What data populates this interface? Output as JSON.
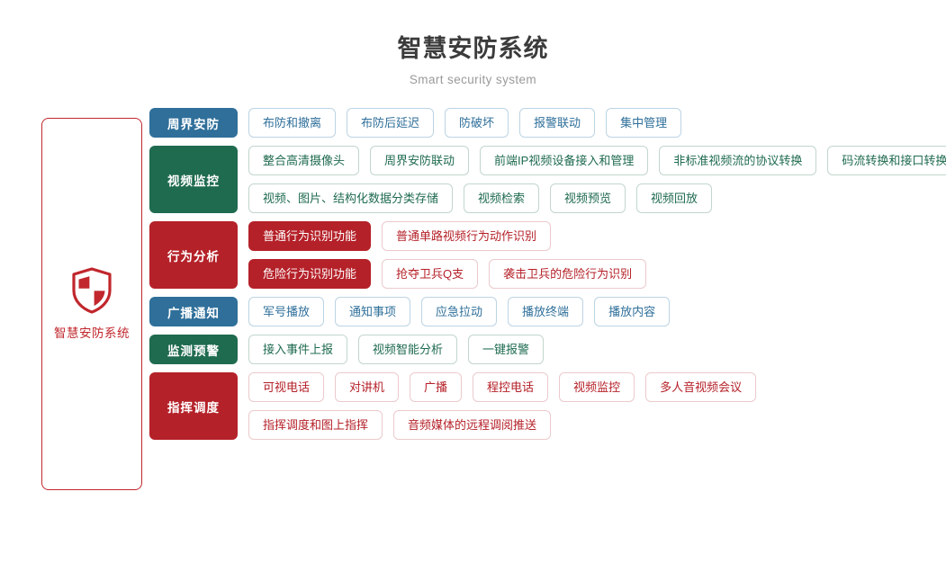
{
  "header": {
    "title": "智慧安防系统",
    "subtitle": "Smart security system"
  },
  "brand": {
    "icon": "shield-icon",
    "label": "智慧安防系统",
    "border_color": "#c1272d",
    "accent_color": "#c1272d"
  },
  "colors": {
    "blue": "#2f6f9a",
    "green": "#1f6b4f",
    "red": "#b52129",
    "title": "#3b3b3b",
    "subtitle": "#9a9a9a"
  },
  "rows": [
    {
      "category": "周界安防",
      "theme": "blue",
      "lines": [
        [
          {
            "label": "布防和撤离",
            "style": "outline"
          },
          {
            "label": "布防后延迟",
            "style": "outline"
          },
          {
            "label": "防破坏",
            "style": "outline"
          },
          {
            "label": "报警联动",
            "style": "outline"
          },
          {
            "label": "集中管理",
            "style": "outline"
          }
        ]
      ]
    },
    {
      "category": "视频监控",
      "theme": "green",
      "lines": [
        [
          {
            "label": "整合高清摄像头",
            "style": "outline"
          },
          {
            "label": "周界安防联动",
            "style": "outline"
          },
          {
            "label": "前端IP视频设备接入和管理",
            "style": "outline"
          },
          {
            "label": "非标准视频流的协议转换",
            "style": "outline"
          },
          {
            "label": "码流转换和接口转换",
            "style": "outline"
          }
        ],
        [
          {
            "label": "视频、图片、结构化数据分类存储",
            "style": "outline"
          },
          {
            "label": "视频检索",
            "style": "outline"
          },
          {
            "label": "视频预览",
            "style": "outline"
          },
          {
            "label": "视频回放",
            "style": "outline"
          }
        ]
      ]
    },
    {
      "category": "行为分析",
      "theme": "red",
      "lines": [
        [
          {
            "label": "普通行为识别功能",
            "style": "solid"
          },
          {
            "label": "普通单路视频行为动作识别",
            "style": "outline"
          }
        ],
        [
          {
            "label": "危险行为识别功能",
            "style": "solid"
          },
          {
            "label": "抢夺卫兵Q支",
            "style": "outline"
          },
          {
            "label": "袭击卫兵的危险行为识别",
            "style": "outline"
          }
        ]
      ]
    },
    {
      "category": "广播通知",
      "theme": "blue",
      "lines": [
        [
          {
            "label": "军号播放",
            "style": "outline"
          },
          {
            "label": "通知事项",
            "style": "outline"
          },
          {
            "label": "应急拉动",
            "style": "outline"
          },
          {
            "label": "播放终端",
            "style": "outline"
          },
          {
            "label": "播放内容",
            "style": "outline"
          }
        ]
      ]
    },
    {
      "category": "监测预警",
      "theme": "green",
      "lines": [
        [
          {
            "label": "接入事件上报",
            "style": "outline"
          },
          {
            "label": "视频智能分析",
            "style": "outline"
          },
          {
            "label": "一键报警",
            "style": "outline"
          }
        ]
      ]
    },
    {
      "category": "指挥调度",
      "theme": "red",
      "lines": [
        [
          {
            "label": "可视电话",
            "style": "outline"
          },
          {
            "label": "对讲机",
            "style": "outline"
          },
          {
            "label": "广播",
            "style": "outline"
          },
          {
            "label": "程控电话",
            "style": "outline"
          },
          {
            "label": "视频监控",
            "style": "outline"
          },
          {
            "label": "多人音视频会议",
            "style": "outline"
          }
        ],
        [
          {
            "label": "指挥调度和图上指挥",
            "style": "outline"
          },
          {
            "label": "音频媒体的远程调阅推送",
            "style": "outline"
          }
        ]
      ]
    }
  ]
}
